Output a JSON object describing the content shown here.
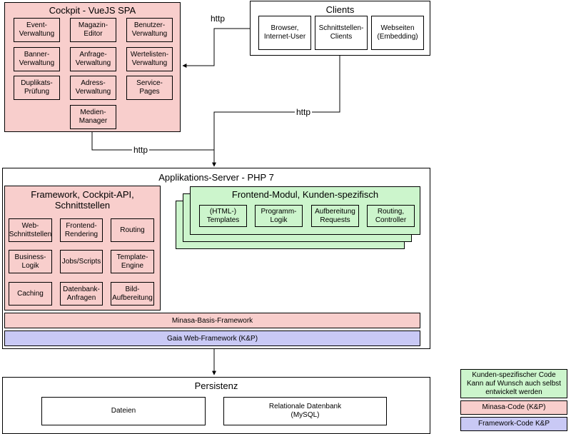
{
  "cockpit": {
    "title": "Cockpit - VueJS SPA",
    "modules": [
      "Event-\nVerwaltung",
      "Magazin-\nEditor",
      "Benutzer-\nVerwaltung",
      "Banner-\nVerwaltung",
      "Anfrage-\nVerwaltung",
      "Wertelisten-\nVerwaltung",
      "Duplikats-\nPrüfung",
      "Adress-\nVerwaltung",
      "Service-\nPages",
      "Medien-\nManager"
    ]
  },
  "clients": {
    "title": "Clients",
    "items": [
      "Browser,\nInternet-User",
      "Schnittstellen-\nClients",
      "Webseiten\n(Embedding)"
    ]
  },
  "connections": {
    "http_top": "http",
    "http_mid": "http",
    "http_bottom": "http"
  },
  "app_server": {
    "title": "Applikations-Server - PHP 7",
    "framework": {
      "title": "Framework, Cockpit-API,\nSchnittstellen",
      "modules": [
        "Web-\nSchnittstellen",
        "Frontend-\nRendering",
        "Routing",
        "Business-\nLogik",
        "Jobs/Scripts",
        "Template-\nEngine",
        "Caching",
        "Datenbank-\nAnfragen",
        "Bild-\nAufbereitung"
      ]
    },
    "frontend": {
      "title": "Frontend-Modul, Kunden-spezifisch",
      "modules": [
        "(HTML-)\nTemplates",
        "Programm-\nLogik",
        "Aufbereitung\nRequests",
        "Routing,\nController"
      ]
    },
    "minasa_bar": "Minasa-Basis-Framework",
    "gaia_bar": "Gaia Web-Framework (K&P)"
  },
  "persistence": {
    "title": "Persistenz",
    "items": [
      "Dateien",
      "Relationale Datenbank\n(MySQL)"
    ]
  },
  "legend": {
    "customer": "Kunden-spezifischer Code\nKann auf Wunsch auch selbst\nentwickelt werden",
    "minasa": "Minasa-Code (K&P)",
    "framework": "Framework-Code K&P"
  },
  "colors": {
    "minasa": "#f8cecc",
    "customer": "#ccf5cc",
    "framework": "#c9c9f5"
  }
}
